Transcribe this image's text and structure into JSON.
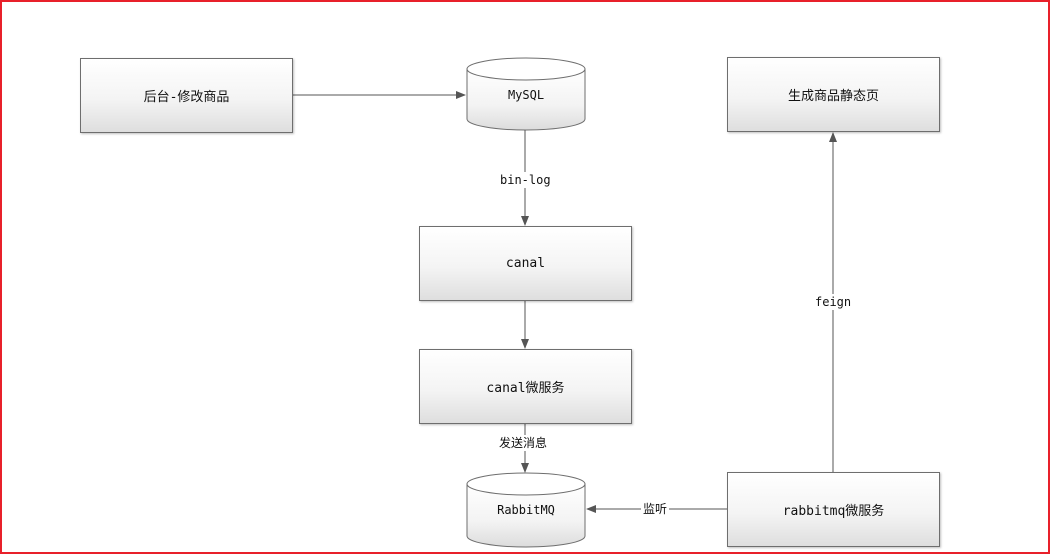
{
  "nodes": {
    "backend_edit_product": "后台-修改商品",
    "mysql": "MySQL",
    "canal": "canal",
    "canal_microservice": "canal微服务",
    "rabbitmq": "RabbitMQ",
    "rabbitmq_microservice": "rabbitmq微服务",
    "generate_static_page": "生成商品静态页"
  },
  "edges": {
    "binlog": "bin-log",
    "send_message": "发送消息",
    "listen": "监听",
    "feign": "feign"
  },
  "colors": {
    "frame": "#e8202a",
    "stroke": "#6e6e6e",
    "arrow": "#555555"
  }
}
